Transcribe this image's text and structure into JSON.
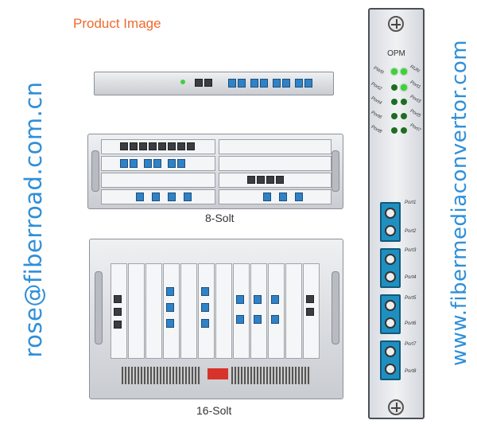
{
  "title": "Product Image",
  "left_watermark": "rose@fiberroad.com.cn",
  "right_watermark": "www.fibermediaconvertor.com",
  "captions": {
    "chassis_8": "8-Solt",
    "chassis_16": "16-Solt"
  },
  "card": {
    "name": "OPM",
    "leds": [
      "PWR",
      "RUN",
      "Port2",
      "Port1",
      "Port4",
      "Port3",
      "Port6",
      "Port5",
      "Port8",
      "Port7"
    ],
    "ports": [
      "Port1",
      "Port2",
      "Port3",
      "Port4",
      "Port5",
      "Port6",
      "Port7",
      "Port8"
    ]
  },
  "colors": {
    "accent_orange": "#ef6a2c",
    "watermark_blue": "#2f8fd8",
    "port_blue": "#1f8fc0",
    "led_green": "#3fd03f"
  }
}
